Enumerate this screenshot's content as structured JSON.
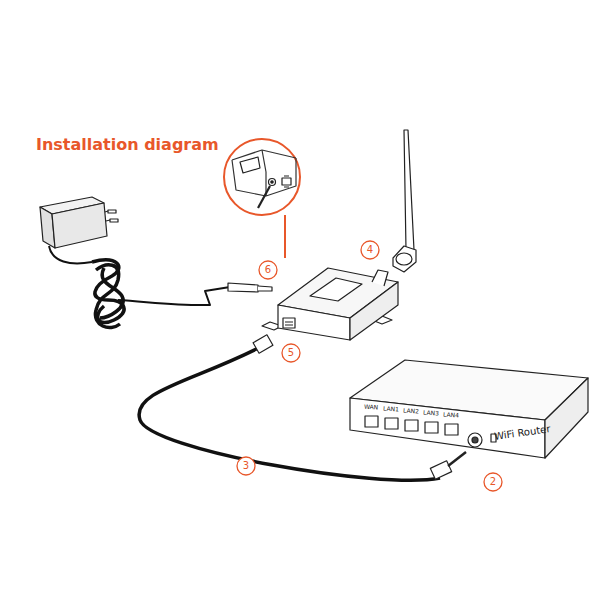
{
  "diagram": {
    "title": "Installation diagram",
    "nodes": [
      {
        "text": [
          "WAN",
          "LAN1",
          "LAN2",
          "LAN3",
          "LAN4",
          "WiFi Router"
        ]
      }
    ],
    "labels": [
      "6",
      "4",
      "5",
      "3",
      "2"
    ]
  }
}
